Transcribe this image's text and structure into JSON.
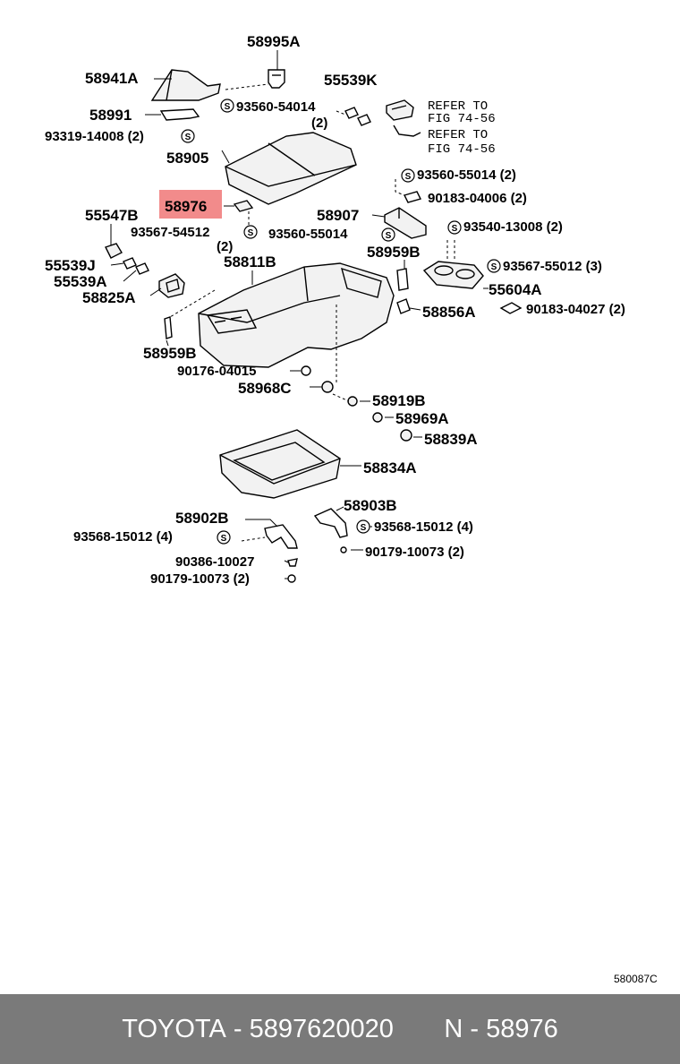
{
  "labels": {
    "p58995A": "58995A",
    "p58941A": "58941A",
    "p55539K": "55539K",
    "p58991": "58991",
    "p93560_54014": "93560-54014",
    "p93560_54014_qty": "(2)",
    "ref1": "REFER TO",
    "ref1b": "FIG 74-56",
    "ref2": "REFER TO",
    "ref2b": "FIG 74-56",
    "p93319": "93319-14008 (2)",
    "p58905": "58905",
    "p93560_55014a": "93560-55014 (2)",
    "p90183_04006": "90183-04006 (2)",
    "p58976": "58976",
    "p55547B": "55547B",
    "p58907": "58907",
    "p93540": "93540-13008 (2)",
    "p93567_54512": "93567-54512",
    "p93567_54512_qty": "(2)",
    "p93560_55014b": "93560-55014",
    "p58959B_r": "58959B",
    "p58811B": "58811B",
    "p55539J": "55539J",
    "p93567_55012": "93567-55012 (3)",
    "p55539A": "55539A",
    "p55604A": "55604A",
    "p58825A": "58825A",
    "p58856A": "58856A",
    "p90183_04027": "90183-04027 (2)",
    "p58959B_l": "58959B",
    "p90176": "90176-04015",
    "p58968C": "58968C",
    "p58919B": "58919B",
    "p58969A": "58969A",
    "p58839A": "58839A",
    "p58834A": "58834A",
    "p58903B": "58903B",
    "p58902B": "58902B",
    "p93568_r": "93568-15012 (4)",
    "p93568_l": "93568-15012 (4)",
    "p90179_r": "90179-10073 (2)",
    "p90386": "90386-10027",
    "p90179_l": "90179-10073 (2)"
  },
  "screw_glyph": "S",
  "highlight_color": "#f28b8b",
  "diagram_code": "580087C",
  "footer": {
    "brand": "TOYOTA",
    "sep1": " - ",
    "part_number": "5897620020",
    "gap": "       ",
    "prefix": "N",
    "sep2": " - ",
    "short_code": "58976"
  }
}
